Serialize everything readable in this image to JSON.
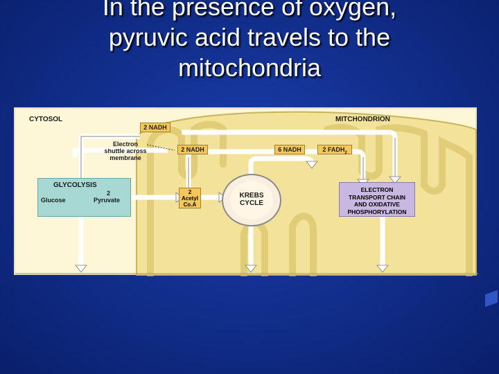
{
  "title": {
    "line1": "In the presence of oxygen,",
    "line2": "pyruvic acid travels to the",
    "line3": "mitochondria"
  },
  "diagram": {
    "cytosol": "CYTOSOL",
    "mitochondrion": "MITCHONDRION",
    "shuttle": {
      "line1": "Electron",
      "line2": "shuttle across",
      "line3": "membrane"
    },
    "tags": {
      "nadh_cytosol": "2 NADH",
      "nadh_link": "2 NADH",
      "nadh_krebs": "6 NADH",
      "fadh_prefix": "2 FADH",
      "fadh_sub": "2"
    },
    "glycolysis": {
      "title": "GLYCOLYSIS",
      "glucose": "Glucose",
      "two": "2",
      "pyruvate": "Pyruvate"
    },
    "acetyl": {
      "line1": "2",
      "line2": "Acetyl",
      "line3": "Co.A"
    },
    "krebs": {
      "line1": "KREBS",
      "line2": "CYCLE"
    },
    "etc": {
      "line1": "ELECTRON",
      "line2": "TRANSPORT CHAIN",
      "line3": "AND OXIDATIVE",
      "line4": "PHOSPHORYLATION"
    },
    "colors": {
      "mitochondrion": "#f3e39a",
      "cristae": "#d9c26a",
      "glycolysis_box": "#a8d8d4",
      "etc_box": "#c8b7e0",
      "tag": "#f5c65a",
      "background": "#12308f"
    }
  }
}
